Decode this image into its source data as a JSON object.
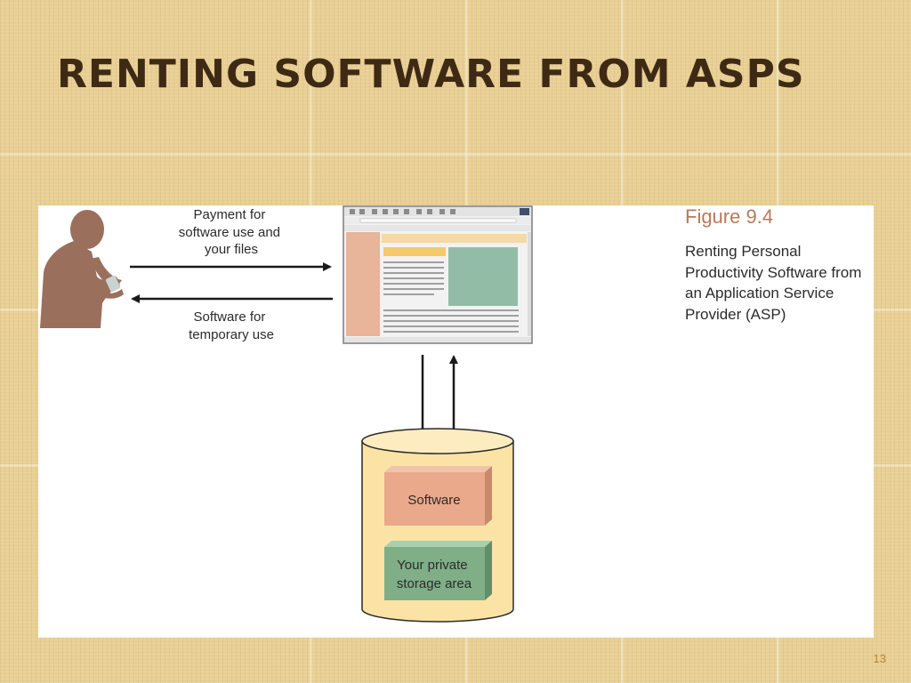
{
  "slide": {
    "title": "Renting Software from ASPs",
    "page_number": "13"
  },
  "figure": {
    "number": "Figure 9.4",
    "description": "Renting Personal Productivity Software from an Application Service Provider (ASP)"
  },
  "diagram": {
    "arrow_to_asp_label": [
      "Payment for",
      "software use and",
      "your files"
    ],
    "arrow_to_user_label": [
      "Software for",
      "temporary use"
    ],
    "storage_blocks": {
      "software": "Software",
      "private_storage": [
        "Your private",
        "storage area"
      ]
    }
  },
  "colors": {
    "title": "#3e2a14",
    "figure_number": "#b67a5a",
    "page_number": "#b8862a",
    "person_silhouette": "#9a6f5c",
    "cylinder_fill": "#fbe3a6",
    "software_block": "#e9a98a",
    "storage_block": "#7fae87",
    "browser_sidebar": "#e8b49a",
    "browser_highlight": "#f6c96a",
    "browser_image": "#93bca6"
  }
}
